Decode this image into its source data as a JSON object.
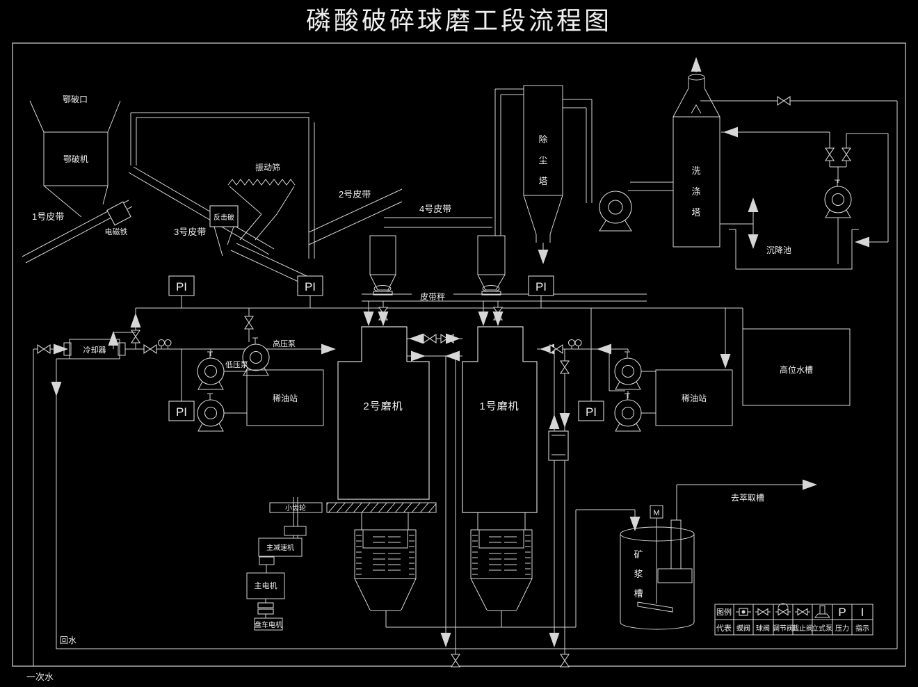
{
  "title": "磷酸破碎球磨工段流程图",
  "colors": {
    "background": "#000000",
    "line": "#d6d6d6",
    "text": "#efefef"
  },
  "labels": {
    "jaw_crusher_inlet": "鄂破口",
    "jaw_crusher": "鄂破机",
    "belt1": "1号皮带",
    "electromagnet": "电磁铁",
    "belt3": "3号皮带",
    "impact_crusher": "反击破",
    "vibrating_screen": "振动筛",
    "belt2": "2号皮带",
    "belt4": "4号皮带",
    "belt_scale": "皮带秤",
    "dust_tower_chars": [
      "除",
      "尘",
      "塔"
    ],
    "washing_tower_chars": [
      "洗",
      "涤",
      "塔"
    ],
    "settling_pool": "沉降池",
    "cooler": "冷却器",
    "low_pressure_pump": "低压泵",
    "high_pressure_pump": "高压泵",
    "oil_station_left": "稀油站",
    "oil_station_right": "稀油站",
    "mill2": "2号磨机",
    "mill1": "1号磨机",
    "high_level_water_tank": "高位水槽",
    "pinion": "小齿轮",
    "main_reducer": "主减速机",
    "main_motor": "主电机",
    "barring_motor": "盘车电机",
    "slurry_tank_chars": [
      "矿",
      "浆",
      "槽"
    ],
    "agitator_motor": "M",
    "to_extraction_tank": "去萃取槽",
    "return_water": "回水",
    "primary_water": "一次水",
    "pi": "PI"
  },
  "legend": {
    "row1_header": "图例",
    "row2_header": "代表",
    "items": [
      "蝶阀",
      "球阀",
      "调节阀",
      "截止阀",
      "立式泵"
    ],
    "pressure_symbol": "P",
    "pressure_label": "压力",
    "indicate_symbol": "I",
    "indicate_label": "指示"
  }
}
